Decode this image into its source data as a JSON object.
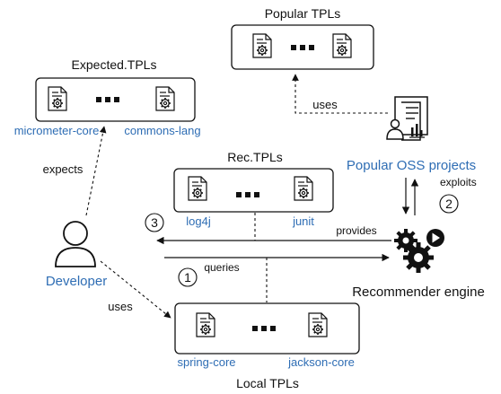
{
  "colors": {
    "stroke": "#111111",
    "blue_label": "#2e6db4",
    "background": "#ffffff"
  },
  "boxes": {
    "popular_tpls": {
      "title": "Popular TPLs"
    },
    "expected_tpls": {
      "title": "Expected.TPLs",
      "left_label": "micrometer-core",
      "right_label": "commons-lang"
    },
    "rec_tpls": {
      "title": "Rec.TPLs",
      "left_label": "log4j",
      "right_label": "junit"
    },
    "local_tpls": {
      "title": "Local TPLs",
      "left_label": "spring-core",
      "right_label": "jackson-core"
    }
  },
  "actors": {
    "developer": "Developer",
    "popular_oss": "Popular OSS projects",
    "recommender": "Recommender engine"
  },
  "edges": {
    "uses_top": "uses",
    "expects": "expects",
    "uses_bottom": "uses",
    "provides": "provides",
    "queries": "queries",
    "exploits": "exploits"
  },
  "steps": {
    "one": "1",
    "two": "2",
    "three": "3"
  },
  "icons": {
    "tpl_file": "file-gear-icon",
    "oss": "document-user-chart-icon",
    "engine": "gears-play-icon",
    "person": "person-icon",
    "ellipsis": "ellipsis-icon"
  }
}
